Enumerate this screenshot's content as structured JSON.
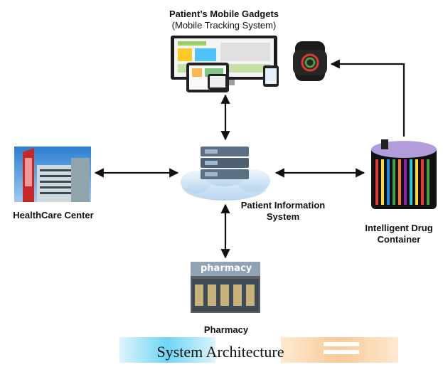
{
  "top_node": {
    "title": "Patient’s Mobile Gadgets",
    "subtitle": "(Mobile Tracking System)"
  },
  "left_node": {
    "label": "HealthCare Center"
  },
  "center_node": {
    "label_line1": "Patient Information",
    "label_line2": "System"
  },
  "right_node": {
    "label_line1": "Intelligent Drug",
    "label_line2": "Container"
  },
  "bottom_node": {
    "label": "Pharmacy",
    "sign_text": "pharmacy"
  },
  "caption": "System Architecture",
  "colors": {
    "banner_cyan": "#3ec6f0",
    "banner_orange": "#f7b15a",
    "arrow": "#111111",
    "cloud": "#d8e9f7",
    "server": "#5c6f84"
  }
}
